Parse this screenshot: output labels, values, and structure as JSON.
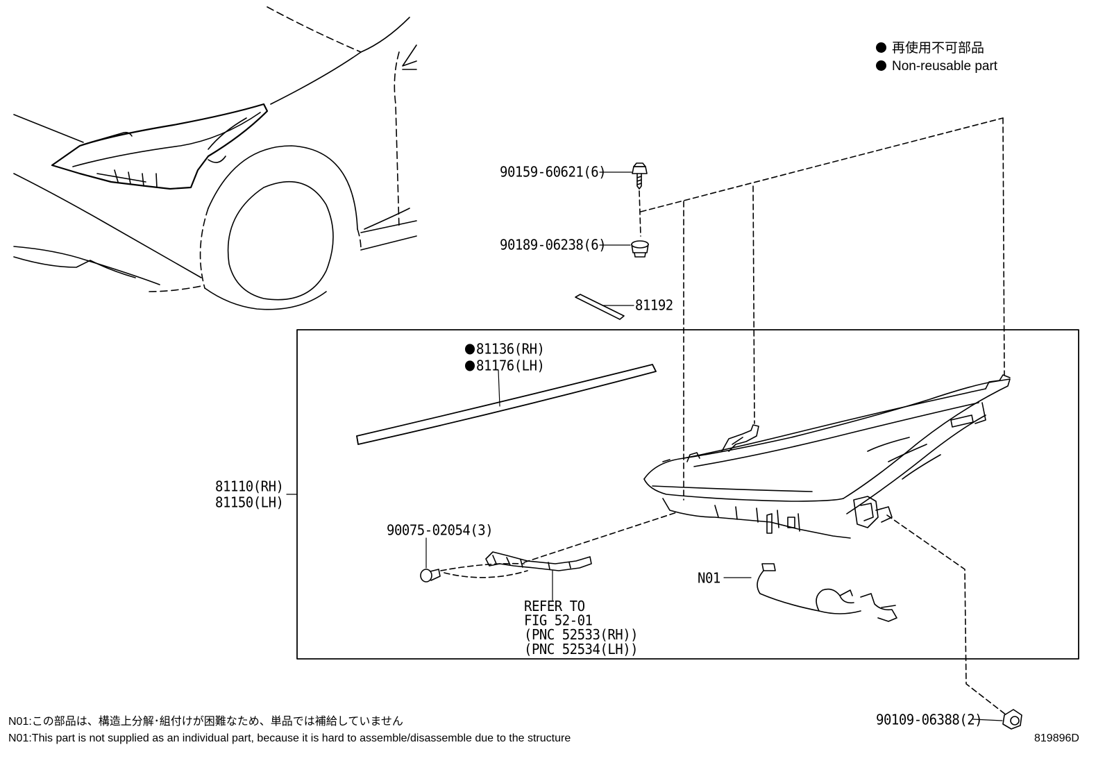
{
  "legend": {
    "jp": "再使用不可部品",
    "en": "Non-reusable part"
  },
  "parts": {
    "bolt_90159": "90159-60621(6)",
    "nut_90189": "90189-06238(6)",
    "p81192": "81192",
    "p81136": "81136(RH)",
    "p81176": "81176(LH)",
    "p81110": "81110(RH)",
    "p81150": "81150(LH)",
    "screw_90075": "90075-02054(3)",
    "n01": "N01",
    "bolt_90109": "90109-06388(2)"
  },
  "refer": {
    "line1": "REFER TO",
    "line2": "FIG 52-01",
    "line3": "(PNC 52533(RH))",
    "line4": "(PNC 52534(LH))"
  },
  "notes": {
    "jp": "N01:この部品は、構造上分解･組付けが困難なため、単品では補給していません",
    "en": "N01:This part is not supplied as an individual part, because it is hard to assemble/disassemble due to the structure"
  },
  "figure_id": "819896D"
}
